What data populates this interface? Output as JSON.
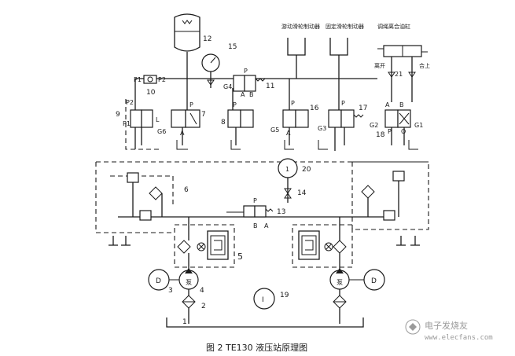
{
  "caption": "图 2 TE130 液压站原理图",
  "watermark": {
    "brand": "电子发烧友",
    "url": "www.elecfans.com"
  },
  "labels": {
    "n1": "1",
    "n2": "2",
    "n3": "3",
    "n4": "4",
    "n5": "5",
    "n6": "6",
    "n7": "7",
    "n8": "8",
    "n9": "9",
    "n10": "10",
    "n11": "11",
    "n12": "12",
    "n13": "13",
    "n14": "14",
    "n15": "15",
    "n16": "16",
    "n17": "17",
    "n18": "18",
    "n19": "19",
    "n20": "20",
    "n21": "21"
  },
  "ports": {
    "P": "P",
    "P1": "P1",
    "P2": "P2",
    "A": "A",
    "B": "B",
    "L": "L",
    "O": "O",
    "G1": "G1",
    "G2": "G2",
    "G3": "G3",
    "G4": "G4",
    "G5": "G5",
    "G6": "G6"
  },
  "components": {
    "rotary_brake": "游动滑轮制动器",
    "fixed_brake": "固定滑轮制动器",
    "clutch_cylinder": "调绳离合油缸",
    "open": "离开",
    "close": "合上",
    "pump": "泵",
    "motor": "D"
  },
  "gauge_symbol": "I"
}
